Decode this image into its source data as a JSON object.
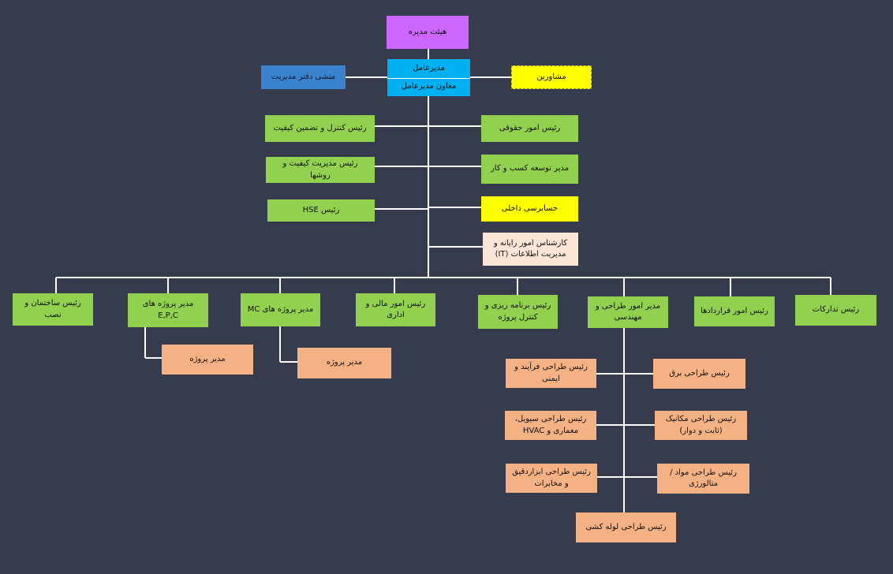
{
  "chart": {
    "board": "هیئت مدیره",
    "ceo": "مدیرعامل",
    "deputy_ceo": "معاون مدیرعامل",
    "office_secretary": "منشی دفتر مدیریت",
    "advisors": "مشاورین",
    "legal": "رئیس امور حقوقی",
    "qc": "رئیس کنترل و تضمین کیفیت",
    "biz_dev": "مدیر توسعه کسب و کار",
    "quality_methods": "رئیس مدیریت کیفیت و روشها",
    "internal_audit": "حسابرسی داخلی",
    "hse": "رئیس HSE",
    "it": "کارشناس امور رایانه و\nمدیریت اطلاعات (IT)",
    "construction": "رئیس ساختمان و\nنصب",
    "epc_manager": "مدیر پروژه های\nE,P,C",
    "mc_manager": "مدیر پروژه های MC",
    "finance": "رئیس امور مالی و\nاداری",
    "planning": "رئیس برنامه ریزی و\nکنترل پروژه",
    "engineering": "مدیر امور طراحی و\nمهندسی",
    "contracts": "رئیس امور قراردادها",
    "procurement": "رئیس تدارکات",
    "pm_epc": "مدیر پروژه",
    "pm_mc": "مدیر پروژه",
    "electrical": "رئیس طراحی برق",
    "process_safety": "رئیس طراحی فرآیند و\nایمنی",
    "mechanical": "رئیس طراحی مکانیک\n(ثابت و دوار)",
    "civil": "رئیس طراحی سیویل،\nمعماری و HVAC",
    "materials": "رئیس طراحی مواد /\nمتالورژی",
    "instrumentation": "رئیس طراحی ابزاردقیق\nو مخابرات",
    "piping": "رئیس طراحی لوله کشی"
  }
}
